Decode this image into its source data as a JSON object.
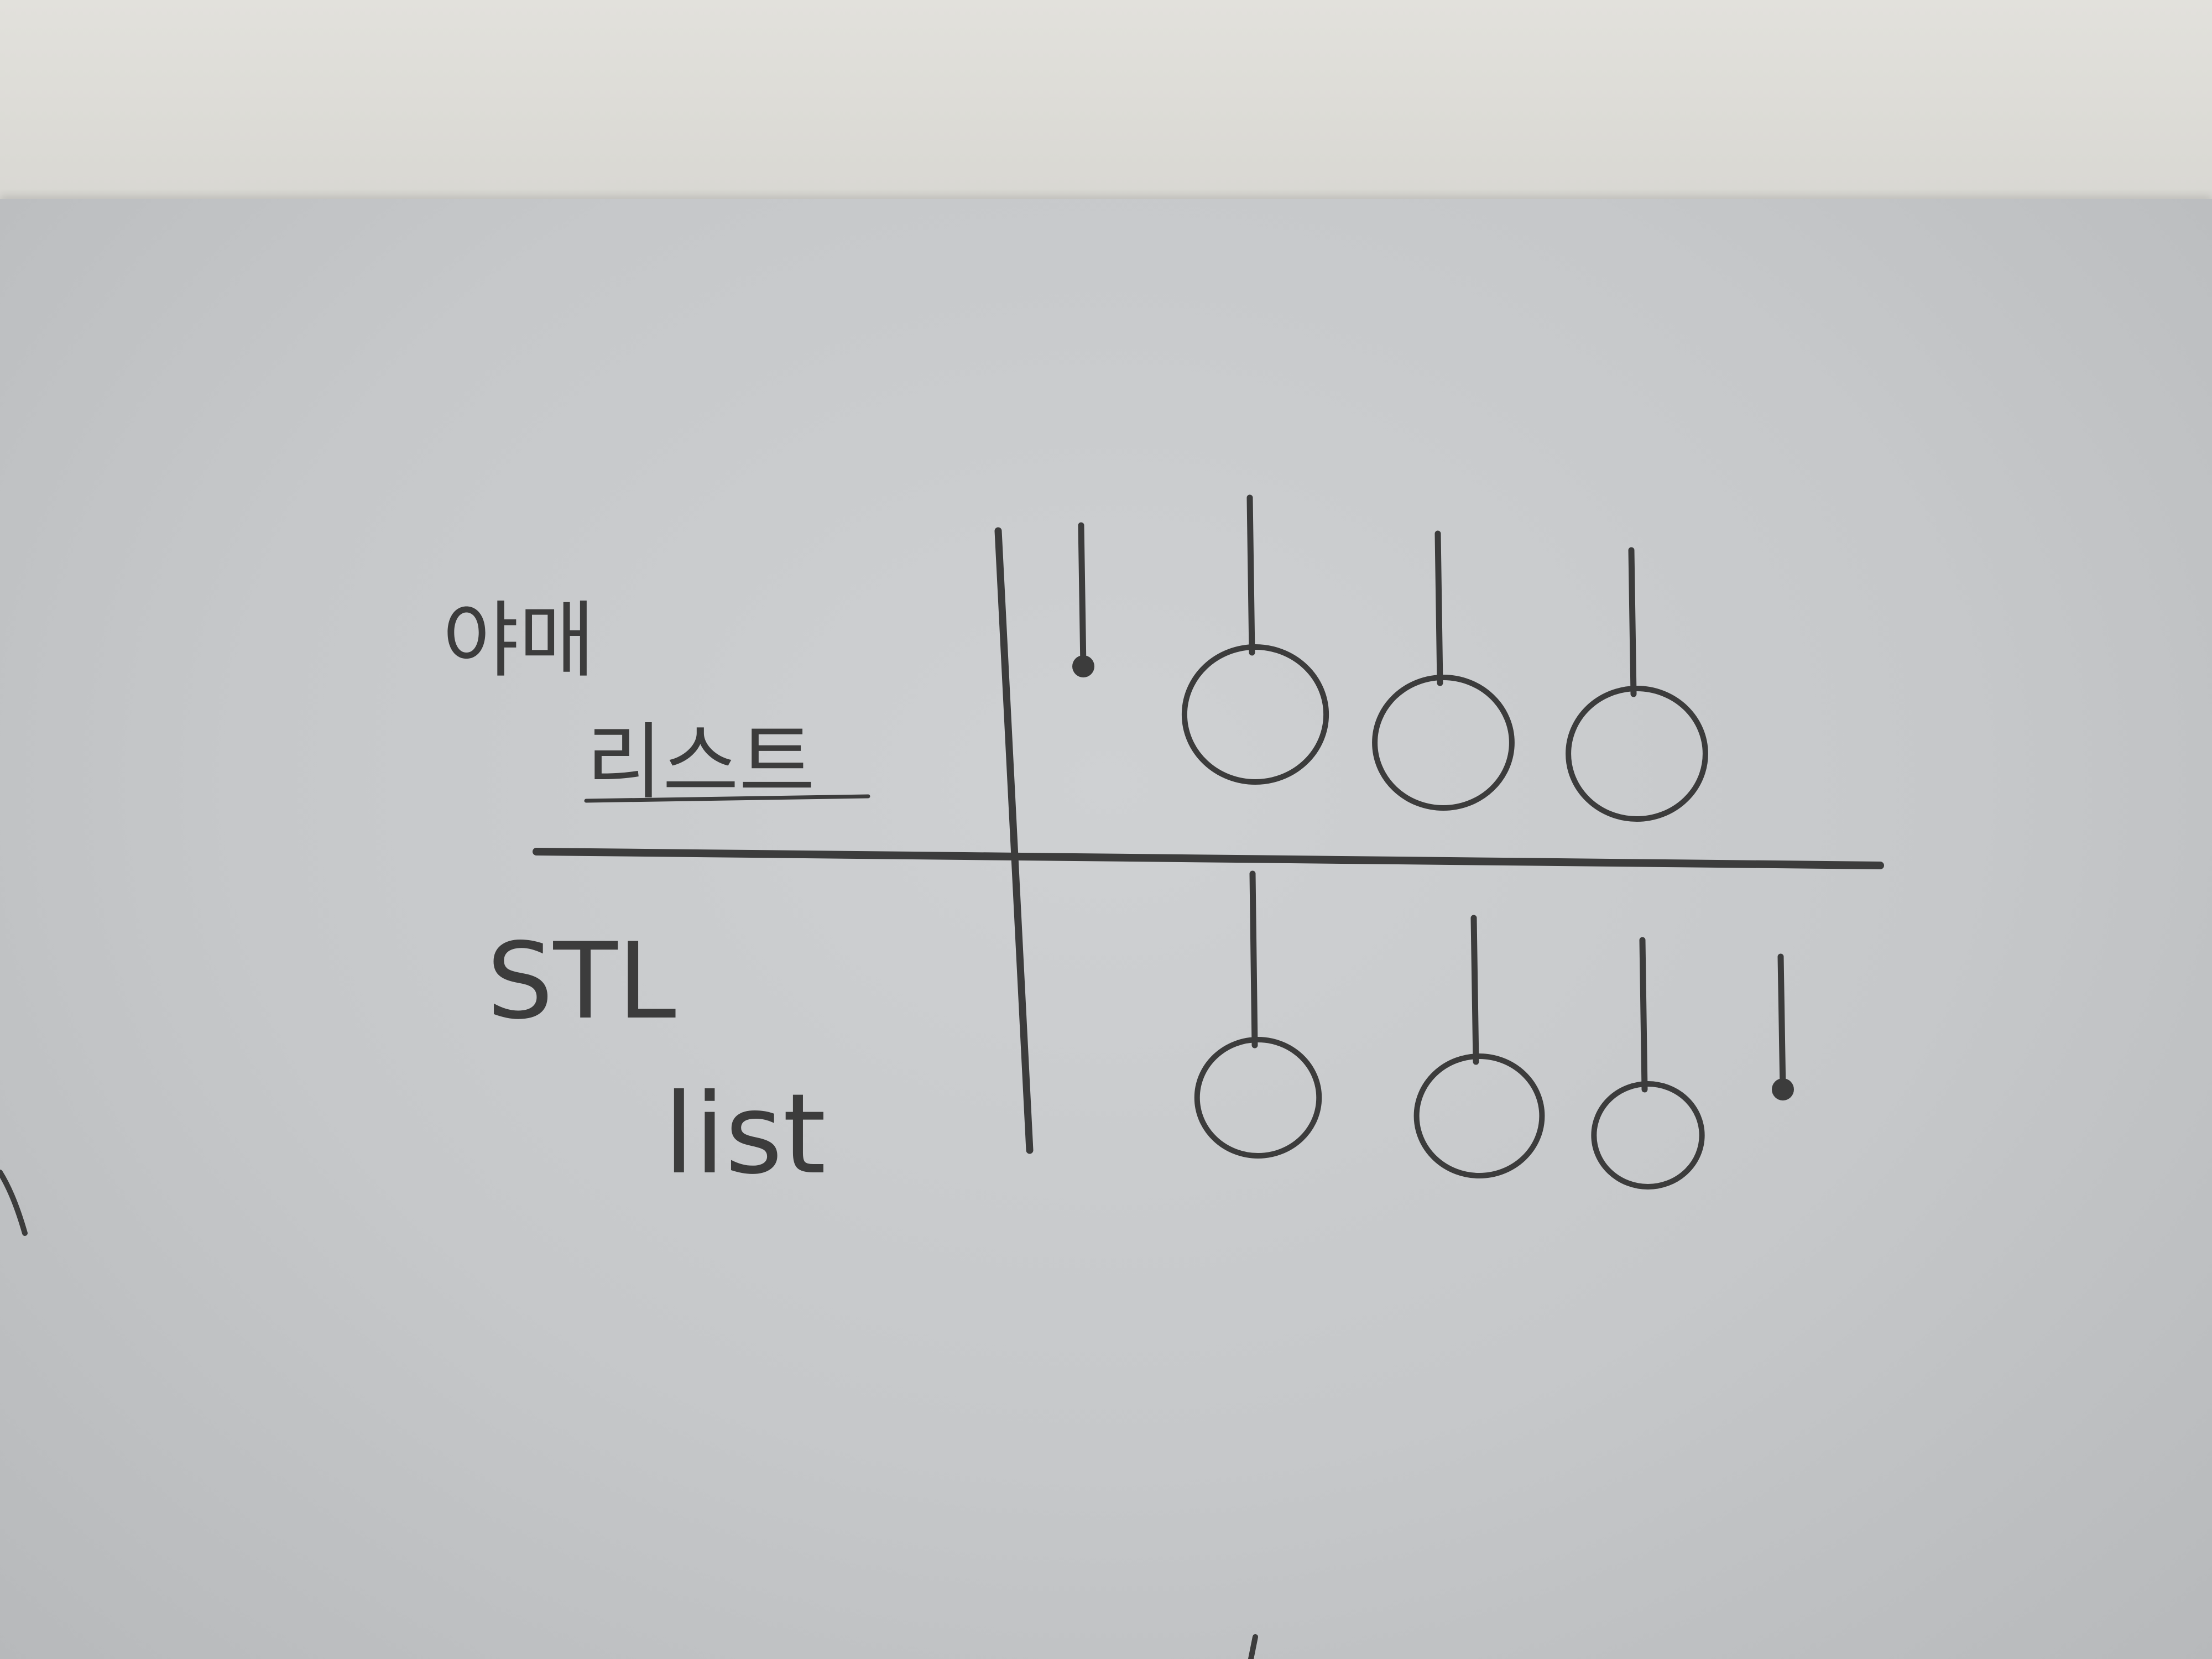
{
  "sketch": {
    "row1_label_line1": "야매",
    "row1_label_line2": "리스트",
    "row2_label_line1": "STL",
    "row2_label_line2": "list",
    "row1_marks": [
      {
        "kind": "dot"
      },
      {
        "kind": "circle"
      },
      {
        "kind": "circle"
      },
      {
        "kind": "circle"
      }
    ],
    "row2_marks": [
      {
        "kind": "circle"
      },
      {
        "kind": "circle"
      },
      {
        "kind": "circle"
      },
      {
        "kind": "dot"
      }
    ],
    "colors": {
      "pencil": "#3c3c3c",
      "paper": "#c9cbcd",
      "wall": "#dedcd7"
    }
  }
}
